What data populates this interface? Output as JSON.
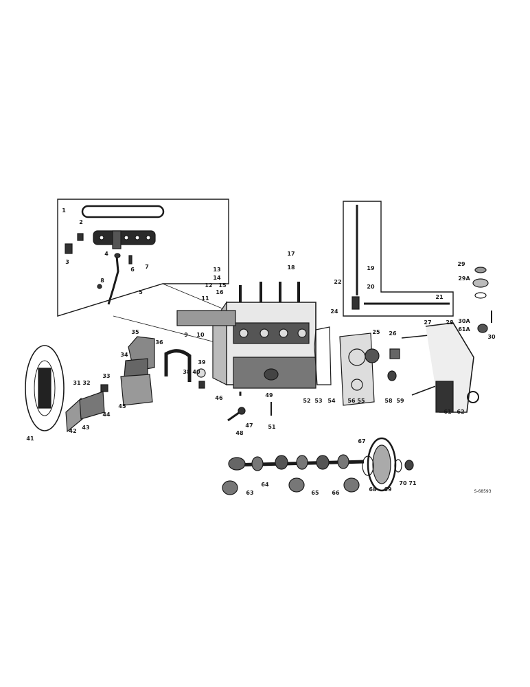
{
  "parts": [
    {
      "id": "p1",
      "label": "1"
    },
    {
      "id": "p2",
      "label": "2"
    },
    {
      "id": "p3",
      "label": "3"
    },
    {
      "id": "p4",
      "label": "4"
    },
    {
      "id": "p5",
      "label": "5"
    },
    {
      "id": "p6",
      "label": "6"
    },
    {
      "id": "p7",
      "label": "7"
    },
    {
      "id": "p8",
      "label": "8"
    },
    {
      "id": "p9",
      "label": "9"
    },
    {
      "id": "p10",
      "label": "10"
    },
    {
      "id": "p11",
      "label": "11"
    },
    {
      "id": "p12",
      "label": "12"
    },
    {
      "id": "p13",
      "label": "13"
    },
    {
      "id": "p14",
      "label": "14"
    },
    {
      "id": "p15",
      "label": "15"
    },
    {
      "id": "p16",
      "label": "16"
    },
    {
      "id": "p17",
      "label": "17"
    },
    {
      "id": "p18",
      "label": "18"
    },
    {
      "id": "p19",
      "label": "19"
    },
    {
      "id": "p20",
      "label": "20"
    },
    {
      "id": "p21",
      "label": "21"
    },
    {
      "id": "p22",
      "label": "22"
    },
    {
      "id": "p24",
      "label": "24"
    },
    {
      "id": "p25",
      "label": "25"
    },
    {
      "id": "p26",
      "label": "26"
    },
    {
      "id": "p27",
      "label": "27"
    },
    {
      "id": "p28",
      "label": "28"
    },
    {
      "id": "p29",
      "label": "29"
    },
    {
      "id": "p29a",
      "label": "29A"
    },
    {
      "id": "p30",
      "label": "30"
    },
    {
      "id": "p30a",
      "label": "30A"
    },
    {
      "id": "p31",
      "label": "31"
    },
    {
      "id": "p32",
      "label": "32"
    },
    {
      "id": "p33",
      "label": "33"
    },
    {
      "id": "p34",
      "label": "34"
    },
    {
      "id": "p35",
      "label": "35"
    },
    {
      "id": "p36",
      "label": "36"
    },
    {
      "id": "p38",
      "label": "38"
    },
    {
      "id": "p39",
      "label": "39"
    },
    {
      "id": "p40",
      "label": "40"
    },
    {
      "id": "p41",
      "label": "41"
    },
    {
      "id": "p42",
      "label": "42"
    },
    {
      "id": "p43",
      "label": "43"
    },
    {
      "id": "p44",
      "label": "44"
    },
    {
      "id": "p45",
      "label": "45"
    },
    {
      "id": "p46",
      "label": "46"
    },
    {
      "id": "p47",
      "label": "47"
    },
    {
      "id": "p48",
      "label": "48"
    },
    {
      "id": "p49",
      "label": "49"
    },
    {
      "id": "p51",
      "label": "51"
    },
    {
      "id": "p52",
      "label": "52"
    },
    {
      "id": "p53",
      "label": "53"
    },
    {
      "id": "p54",
      "label": "54"
    },
    {
      "id": "p55",
      "label": "55"
    },
    {
      "id": "p56",
      "label": "56"
    },
    {
      "id": "p58",
      "label": "58"
    },
    {
      "id": "p59",
      "label": "59"
    },
    {
      "id": "p61",
      "label": "61"
    },
    {
      "id": "p61a",
      "label": "61A"
    },
    {
      "id": "p62",
      "label": "62"
    },
    {
      "id": "p63",
      "label": "63"
    },
    {
      "id": "p64",
      "label": "64"
    },
    {
      "id": "p65",
      "label": "65"
    },
    {
      "id": "p66",
      "label": "66"
    },
    {
      "id": "p67",
      "label": "67"
    },
    {
      "id": "p68",
      "label": "68"
    },
    {
      "id": "p69",
      "label": "69"
    },
    {
      "id": "p70",
      "label": "70"
    },
    {
      "id": "p71",
      "label": "71"
    }
  ],
  "figure_code": "S-68593",
  "ink_color": "#1a1a1a"
}
